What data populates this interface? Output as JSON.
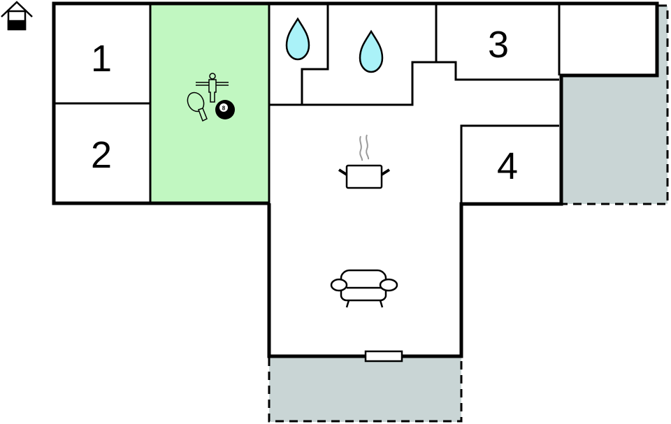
{
  "floorplan": {
    "type": "floor plan",
    "colors": {
      "wall": "#000000",
      "room_fill": "#ffffff",
      "activity_room_fill": "#c1f7c1",
      "terrace_fill": "#c9d5d5",
      "water_fill": "#aaf2f8",
      "steam": "#9a9a9a"
    },
    "rooms": [
      {
        "id": "bedroom-1",
        "label": "1"
      },
      {
        "id": "bedroom-2",
        "label": "2"
      },
      {
        "id": "bedroom-3",
        "label": "3"
      },
      {
        "id": "bedroom-4",
        "label": "4"
      },
      {
        "id": "activity-room",
        "label": "",
        "icons": [
          "foosball-icon",
          "table-tennis-icon",
          "billiard-ball-icon"
        ],
        "ball_number": "8"
      },
      {
        "id": "bathroom-1",
        "label": "",
        "icons": [
          "water-drop-icon"
        ]
      },
      {
        "id": "bathroom-2",
        "label": "",
        "icons": [
          "water-drop-icon"
        ]
      },
      {
        "id": "kitchen",
        "label": "",
        "icons": [
          "cooking-pot-icon"
        ]
      },
      {
        "id": "living-room",
        "label": "",
        "icons": [
          "sofa-icon"
        ]
      },
      {
        "id": "storage-room",
        "label": ""
      },
      {
        "id": "terrace-east",
        "label": ""
      },
      {
        "id": "terrace-south",
        "label": ""
      }
    ],
    "legend_icon": "house-icon"
  }
}
